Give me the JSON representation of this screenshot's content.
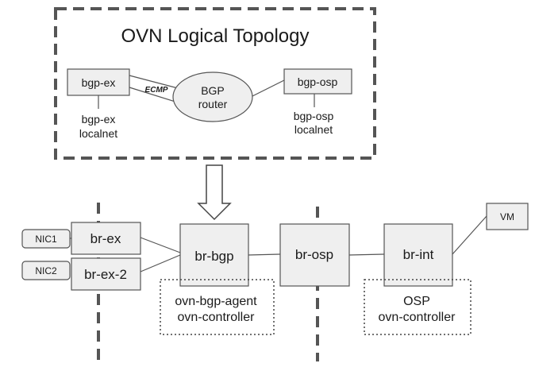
{
  "topology": {
    "title": "OVN Logical Topology",
    "bgp_ex": "bgp-ex",
    "bgp_osp": "bgp-osp",
    "ecmp": "ECMP",
    "router_line1": "BGP",
    "router_line2": "router",
    "bgp_ex_localnet_line1": "bgp-ex",
    "bgp_ex_localnet_line2": "localnet",
    "bgp_osp_localnet_line1": "bgp-osp",
    "bgp_osp_localnet_line2": "localnet"
  },
  "physical": {
    "nic1": "NIC1",
    "nic2": "NIC2",
    "br_ex": "br-ex",
    "br_ex_2": "br-ex-2",
    "br_bgp": "br-bgp",
    "br_osp": "br-osp",
    "br_int": "br-int",
    "vm": "VM",
    "bgp_agent_line1": "ovn-bgp-agent",
    "bgp_agent_line2": "ovn-controller",
    "osp_line1": "OSP",
    "osp_line2": "ovn-controller"
  }
}
